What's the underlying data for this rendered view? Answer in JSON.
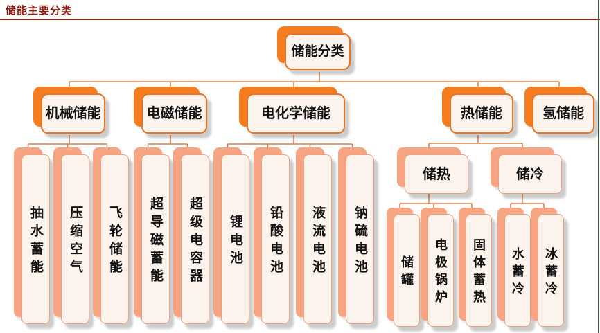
{
  "page": {
    "title": "储能主要分类"
  },
  "colors": {
    "title_red": "#8C1A0E",
    "accent_orange": "#F57D1F",
    "accent_salmon": "#F6A482",
    "node_fill": "#FCF3EC",
    "connector": "#DC7F49",
    "right_edge_green": "#3A5747"
  },
  "tree": {
    "root": {
      "label": "储能分类"
    },
    "branches": [
      {
        "label": "机械储能",
        "children": [
          "抽水蓄能",
          "压缩空气",
          "飞轮储能"
        ]
      },
      {
        "label": "电磁储能",
        "children": [
          "超导磁蓄能",
          "超级电容器"
        ]
      },
      {
        "label": "电化学储能",
        "children": [
          "锂电池",
          "铅酸电池",
          "液流电池",
          "钠硫电池"
        ]
      },
      {
        "label": "热储能",
        "children": [
          {
            "label": "储热",
            "children": [
              "储罐",
              "电极锅炉",
              "固体蓄热"
            ]
          },
          {
            "label": "储冷",
            "children": [
              "水蓄冷",
              "冰蓄冷"
            ]
          }
        ]
      },
      {
        "label": "氢储能",
        "children": []
      }
    ]
  }
}
